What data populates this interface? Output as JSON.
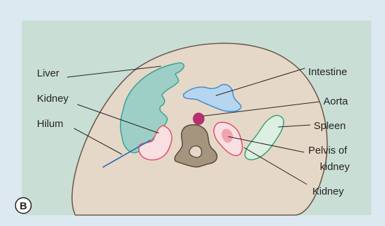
{
  "panel_letter": "B",
  "labels": {
    "liver": "Liver",
    "kidney_left": "Kidney",
    "hilum": "Hilum",
    "intestine": "Intestine",
    "aorta": "Aorta",
    "spleen": "Spleen",
    "pelvis_line1": "Pelvis of",
    "pelvis_line2": "kidney",
    "kidney_right": "Kidney"
  },
  "colors": {
    "background": "#dce9f1",
    "inner_panel": "#c9dfd6",
    "body": "#e6d8c8",
    "body_outline": "#6b5a4a",
    "liver_fill": "#9ecfc6",
    "liver_stroke": "#3fa596",
    "kidney_fill": "#f8dfe2",
    "kidney_stroke": "#e2566b",
    "pelvis_fill": "#f2a3ad",
    "intestine_fill": "#b6d5ee",
    "intestine_stroke": "#4a8fca",
    "aorta": "#b5306d",
    "spleen_fill": "#dcefe2",
    "spleen_stroke": "#3fa572",
    "vertebra_fill": "#a5957f",
    "vertebra_stroke": "#5b4c3d",
    "hilum_line": "#2c6cb3"
  }
}
